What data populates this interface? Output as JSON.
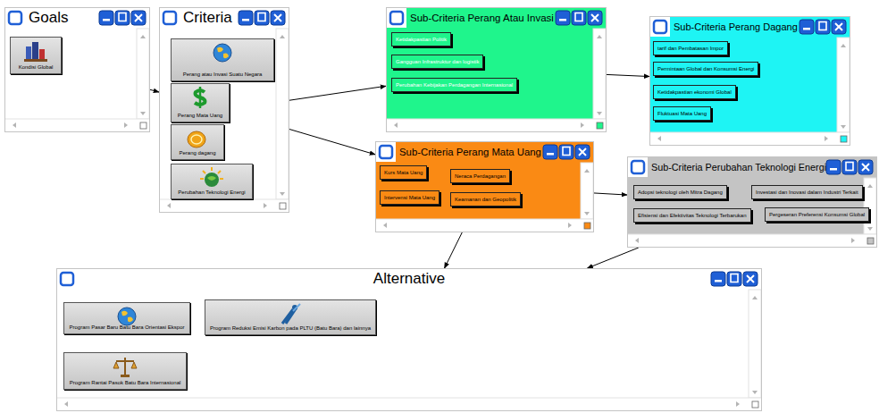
{
  "diagram": {
    "nodes": [
      {
        "text": [
          "Goals"
        ]
      },
      {
        "text": [
          "Kondisi Global"
        ],
        "in": 0
      },
      {
        "text": [
          "Criteria"
        ]
      },
      {
        "text": [
          "Perang atau Invasi Suatu Negara"
        ],
        "in": 2
      },
      {
        "text": [
          "Perang Mata Uang"
        ],
        "in": 2
      },
      {
        "text": [
          "Perang dagang"
        ],
        "in": 2
      },
      {
        "text": [
          "Perubahan Teknologi Energi"
        ],
        "in": 2
      },
      {
        "text": [
          "Sub-Criteria Perang Atau Invasi"
        ]
      },
      {
        "text": [
          "Ketidakpastian Politik"
        ],
        "in": 7
      },
      {
        "text": [
          "Gangguan Infrastruktur dan logistik"
        ],
        "in": 7
      },
      {
        "text": [
          "Perubahan Kebijakan Perdagangan Internasional"
        ],
        "in": 7
      },
      {
        "text": [
          "Sub-Criteria Perang Dagang"
        ]
      },
      {
        "text": [
          "tarif dan Pembatasan Impor"
        ],
        "in": 11
      },
      {
        "text": [
          "Permintaan Global dan Konsumsi Energi"
        ],
        "in": 11
      },
      {
        "text": [
          "Ketidakpastian ekonomi Global"
        ],
        "in": 11
      },
      {
        "text": [
          "Fluktuasi Mata Uang"
        ],
        "in": 11
      },
      {
        "text": [
          "Sub-Criteria Perang Mata Uang"
        ]
      },
      {
        "text": [
          "Kurs Mata Uang"
        ],
        "in": 16
      },
      {
        "text": [
          "Neraca Perdagangan"
        ],
        "in": 16
      },
      {
        "text": [
          "Intervensi Mata Uang"
        ],
        "in": 16
      },
      {
        "text": [
          "Keamanan dan Geopolitik"
        ],
        "in": 16
      },
      {
        "text": [
          "Sub-Criteria Perubahan Teknologi Energi"
        ]
      },
      {
        "text": [
          "Adopsi teknologi oleh Mitra Dagang"
        ],
        "in": 21
      },
      {
        "text": [
          "Investasi dan Inovasi dalam Industri Terkait"
        ],
        "in": 21
      },
      {
        "text": [
          "Efisiensi dan Efektivitas Teknologi Terbarukan"
        ],
        "in": 21
      },
      {
        "text": [
          "Pergeseran Preferensi Konsumsi Global"
        ],
        "in": 21
      },
      {
        "text": [
          "Alternative"
        ]
      },
      {
        "text": [
          "Program Pasar Baru Batu Bara Orientasi Ekspor"
        ],
        "in": 26
      },
      {
        "text": [
          "Program Reduksi Emisi Karbon pada PLTU (Batu Bara) dan lainnya"
        ],
        "in": 26
      },
      {
        "text": [
          "Program Rantai Pasok Batu Bara Internasional"
        ],
        "in": 26
      }
    ],
    "edges": [
      {
        "from": 0,
        "to": 2,
        "arrow": "to"
      },
      {
        "from": 2,
        "to": 7,
        "arrow": "to"
      },
      {
        "from": 2,
        "to": 16,
        "arrow": "to"
      },
      {
        "from": 7,
        "to": 11,
        "arrow": "to"
      },
      {
        "from": 16,
        "to": 21,
        "arrow": "to"
      },
      {
        "from": 16,
        "to": 26,
        "arrow": "to"
      },
      {
        "from": 21,
        "to": 26,
        "arrow": "to"
      }
    ]
  }
}
